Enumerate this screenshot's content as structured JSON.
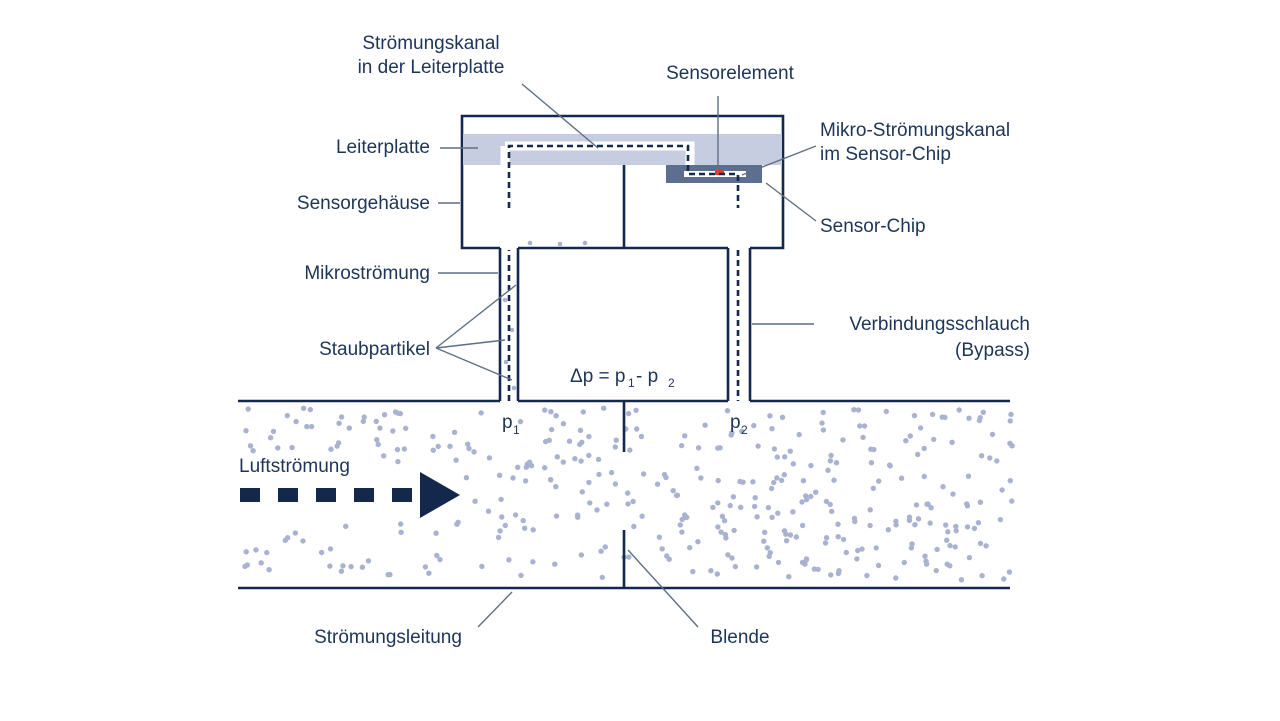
{
  "labels": {
    "stroemungskanal_line1": "Strömungskanal",
    "stroemungskanal_line2": "in der Leiterplatte",
    "sensorelement": "Sensorelement",
    "leiterplatte": "Leiterplatte",
    "mikro_kanal_line1": "Mikro-Strömungskanal",
    "mikro_kanal_line2": "im Sensor-Chip",
    "sensorgehaeuse": "Sensorgehäuse",
    "sensor_chip": "Sensor-Chip",
    "mikrostroemung": "Mikroströmung",
    "staubpartikel": "Staubpartikel",
    "verbindungsschlauch_line1": "Verbindungsschlauch",
    "verbindungsschlauch_line2": "(Bypass)",
    "delta_p_prefix": "Δp = p",
    "delta_p_sub1": "1",
    "delta_p_mid": "- p",
    "delta_p_sub2": "2",
    "p1": "p",
    "p1_sub": "1",
    "p2": "p",
    "p2_sub": "2",
    "luftstroemung": "Luftströmung",
    "stroemungsleitung": "Strömungsleitung",
    "blende": "Blende"
  },
  "colors": {
    "ink": "#13284a",
    "text": "#1d3557",
    "board": "#c7cde0",
    "chip": "#5d6f91",
    "sensor_element": "#e23b3b",
    "particles": "#a9b2cf"
  }
}
